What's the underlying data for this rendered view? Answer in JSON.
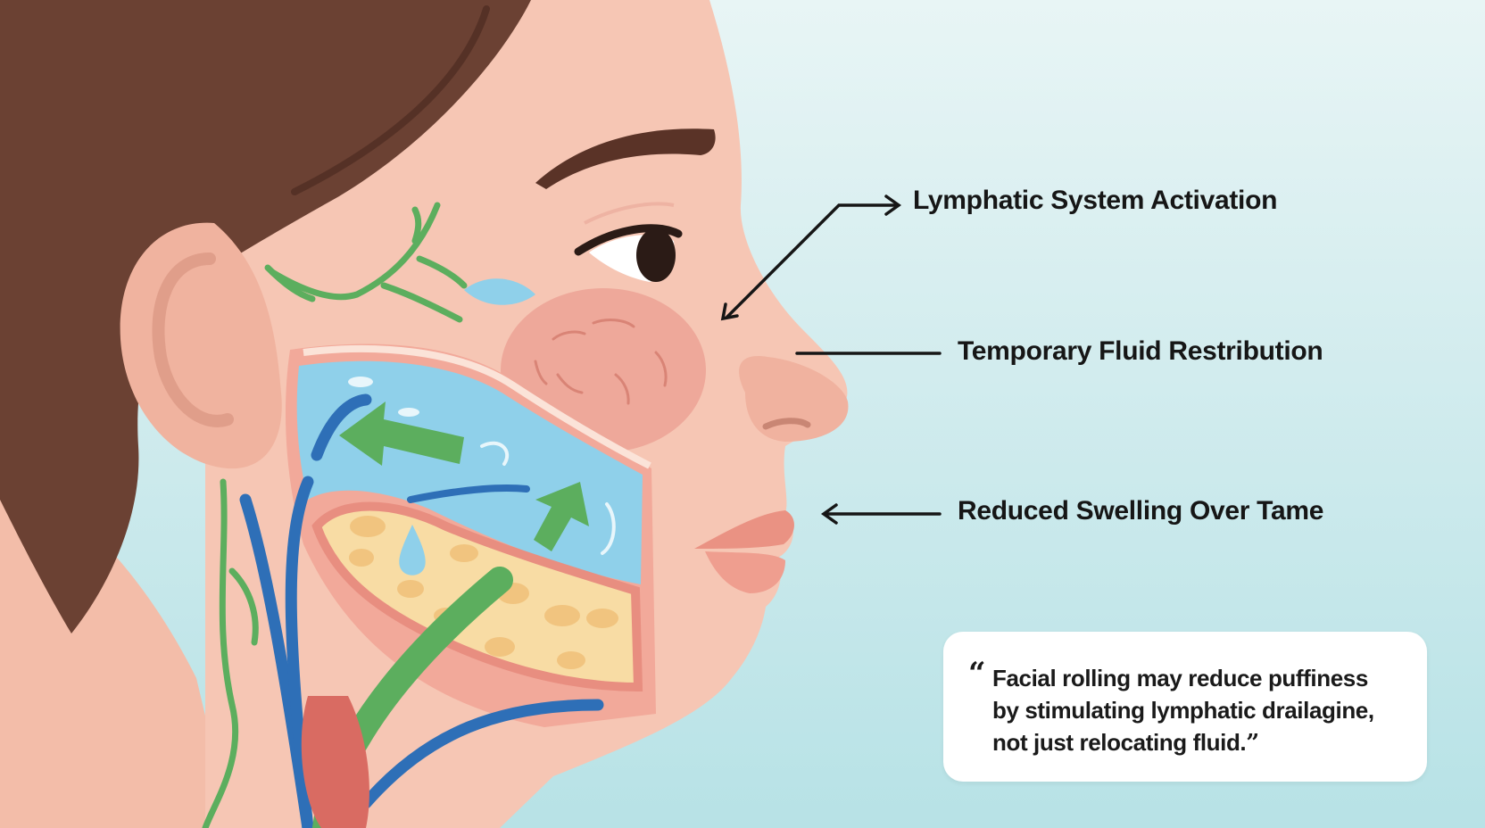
{
  "labels": [
    "Lymphatic System Activation",
    "Temporary Fluid Restribution",
    "Reduced Swelling Over Tame"
  ],
  "quote": {
    "open_mark": "“",
    "lines": [
      "Facial rolling may reduce puffiness",
      "by stimulating lymphatic drailagine,",
      "not just relocating fluid."
    ],
    "close_mark": "”"
  },
  "colors": {
    "background_top": "#e8f5f5",
    "background_bottom": "#b7e2e6",
    "skin": "#f6c6b4",
    "hair": "#6b4133",
    "fluid_layer": "#8fd0ea",
    "fat_layer": "#f8dca4",
    "vein_blue": "#2e6fb7",
    "lymph_green": "#5cae5e",
    "cheek_pink": "#eea89a"
  }
}
